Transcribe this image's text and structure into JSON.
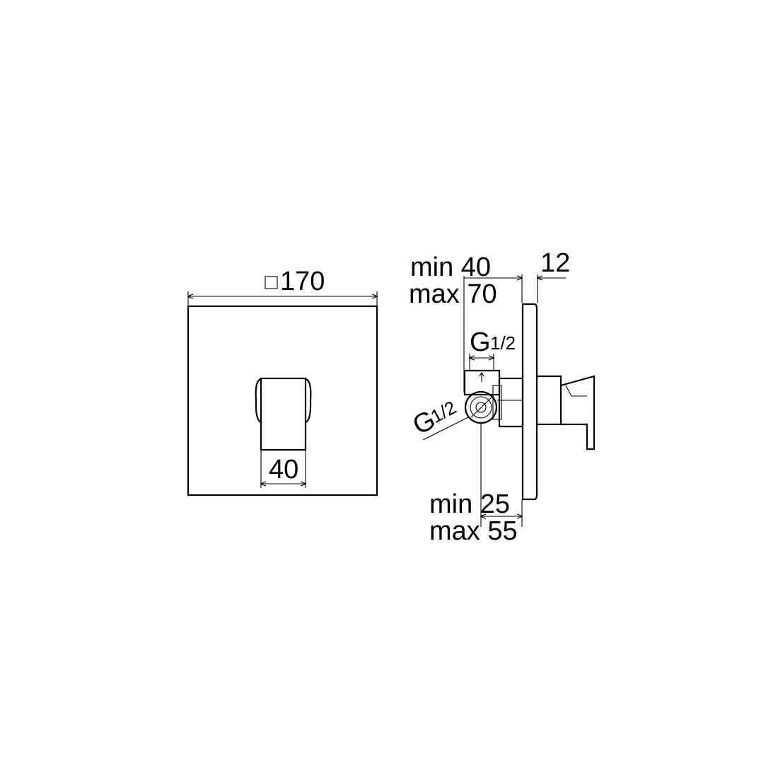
{
  "front_view": {
    "width_label": "170",
    "handle_width_label": "40"
  },
  "side_view": {
    "depth_min_label": "min 40",
    "depth_max_label": "max 70",
    "plate_thickness_label": "12",
    "top_thread_label_g": "G",
    "top_thread_label_frac": "1/2",
    "side_thread_label_g": "G",
    "side_thread_label_frac": "1/2",
    "axis_min_label": "min 25",
    "axis_max_label": "max 55"
  }
}
